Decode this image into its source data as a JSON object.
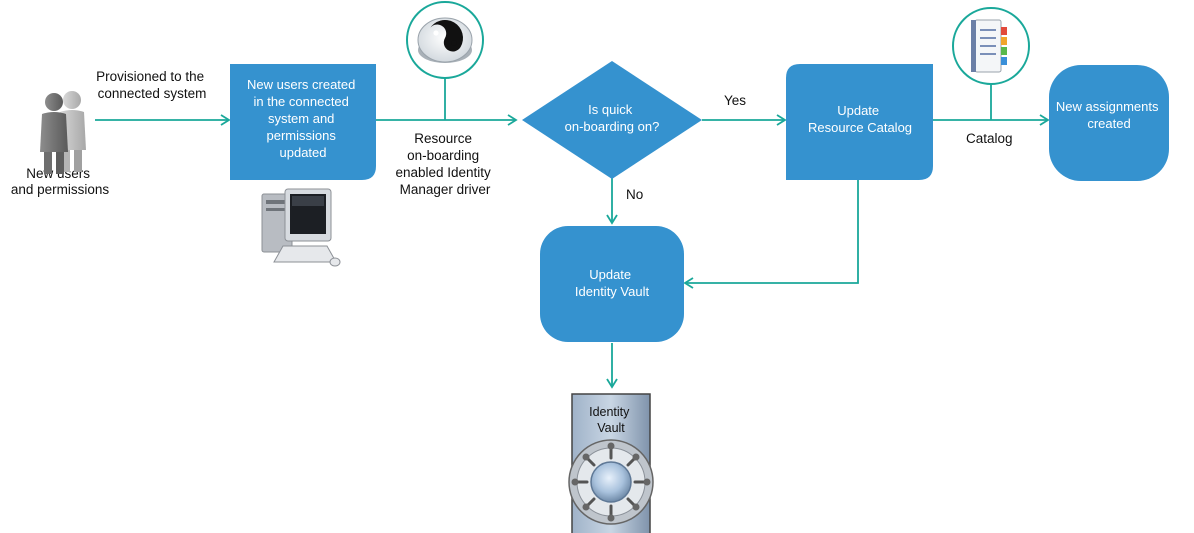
{
  "colors": {
    "box": "#3592cf",
    "arrow": "#1aa89a",
    "text_on_box": "#ffffff",
    "label": "#111111"
  },
  "nodes": {
    "new_users_created": [
      "New users created",
      "in the connected",
      "system and",
      "permissions",
      "updated"
    ],
    "decision": [
      "Is quick",
      "on-boarding on?"
    ],
    "update_catalog": [
      "Update",
      "Resource Catalog"
    ],
    "new_assignments": [
      "New assignments",
      "created"
    ],
    "update_vault": [
      "Update",
      "Identity Vault"
    ]
  },
  "labels": {
    "users_permissions": [
      "New users",
      "and permissions"
    ],
    "provisioned": [
      "Provisioned to the",
      "connected system"
    ],
    "resource_onboarding": [
      "Resource",
      "on-boarding",
      "enabled Identity",
      "Manager driver"
    ],
    "yes": "Yes",
    "no": "No",
    "catalog": "Catalog"
  },
  "vault_icon": {
    "label": [
      "Identity",
      "Vault"
    ],
    "icon": "safe-vault-icon"
  },
  "icons": {
    "users": "users-icon",
    "computer": "computer-icon",
    "yin_yang": "yin-yang-icon",
    "catalog_book": "catalog-book-icon"
  }
}
